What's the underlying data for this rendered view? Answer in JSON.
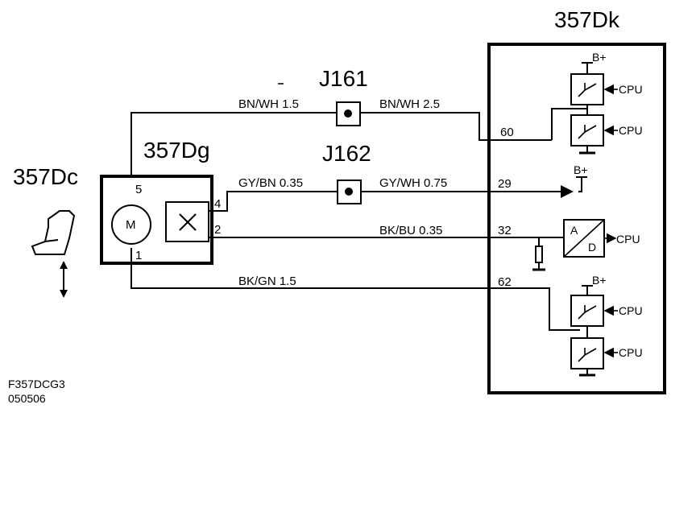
{
  "components": {
    "dk": "357Dk",
    "dg": "357Dg",
    "dc": "357Dc",
    "j161": "J161",
    "j162": "J162"
  },
  "wires": {
    "bnwh_left": "BN/WH  1.5",
    "bnwh_right": "BN/WH  2.5",
    "gybn": "GY/BN  0.35",
    "gywh": "GY/WH  0.75",
    "bkbu": "BK/BU   0.35",
    "bkgn": "BK/GN  1.5"
  },
  "pins": {
    "dk_60": "60",
    "dk_29": "29",
    "dk_32": "32",
    "dk_62": "62",
    "dg_5": "5",
    "dg_4": "4",
    "dg_2": "2",
    "dg_1": "1"
  },
  "symbols": {
    "motor": "M",
    "bplus": "B+",
    "cpu": "CPU",
    "ad_a": "A",
    "ad_d": "D",
    "switch_x": "×"
  },
  "footer": {
    "code": "F357DCG3",
    "date": "050506"
  }
}
